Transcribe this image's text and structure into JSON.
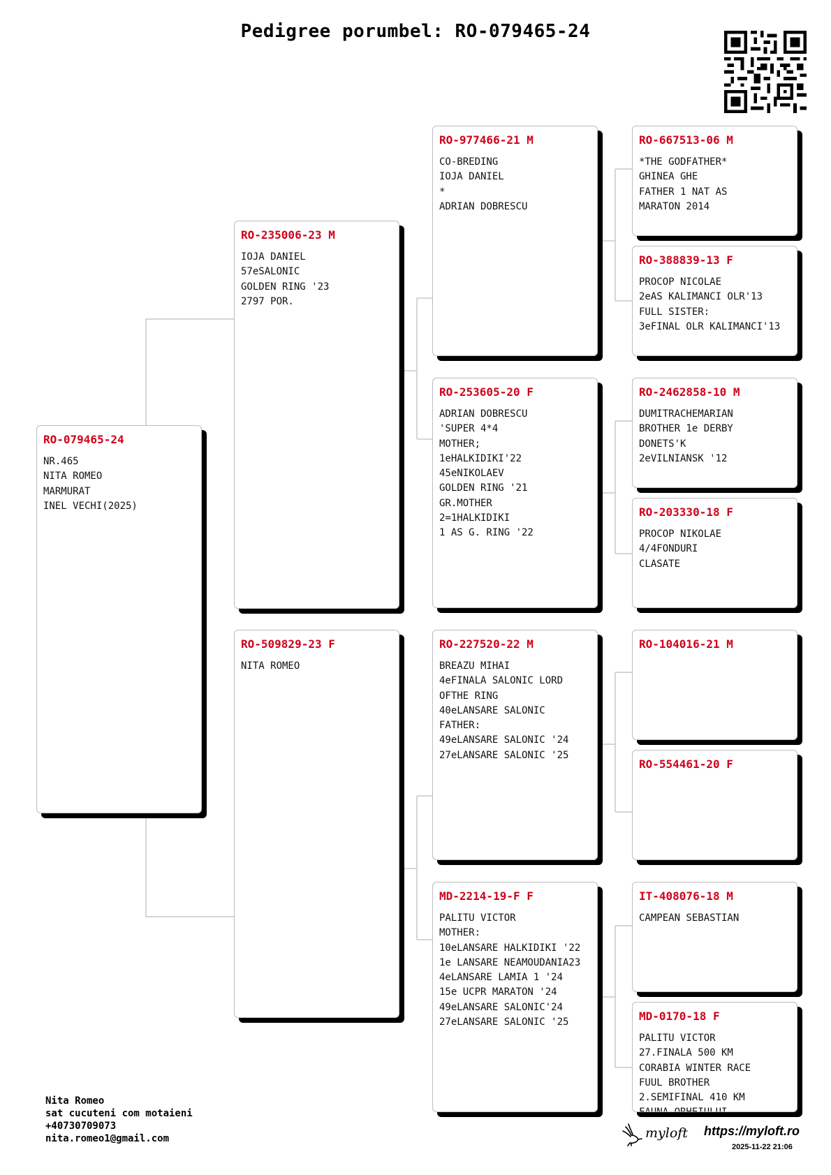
{
  "title": "Pedigree porumbel: RO-079465-24",
  "pigeon": {
    "ring": "RO-079465-24",
    "lines": [
      "NR.465",
      "NITA ROMEO",
      "MARMURAT",
      "INEL VECHI(2025)"
    ]
  },
  "father": {
    "ring": "RO-235006-23 M",
    "lines": [
      "IOJA DANIEL",
      "57eSALONIC",
      "GOLDEN RING '23",
      "2797 POR."
    ]
  },
  "mother": {
    "ring": "RO-509829-23 F",
    "lines": [
      "NITA ROMEO"
    ]
  },
  "grandparents": {
    "ff": {
      "ring": "RO-977466-21 M",
      "lines": [
        "CO-BREDING",
        "IOJA DANIEL",
        "*",
        "ADRIAN DOBRESCU"
      ]
    },
    "fm": {
      "ring": "RO-253605-20 F",
      "lines": [
        "ADRIAN DOBRESCU",
        "'SUPER 4*4",
        "MOTHER;",
        "1eHALKIDIKI'22",
        "45eNIKOLAEV",
        "GOLDEN RING '21",
        "GR.MOTHER",
        "2=1HALKIDIKI",
        "1 AS G. RING '22"
      ]
    },
    "mf": {
      "ring": "RO-227520-22 M",
      "lines": [
        "BREAZU MIHAI",
        "4eFINALA SALONIC LORD",
        "OFTHE RING",
        "40eLANSARE SALONIC",
        "FATHER:",
        "49eLANSARE SALONIC '24",
        "27eLANSARE SALONIC '25"
      ]
    },
    "mm": {
      "ring": "MD-2214-19-F F",
      "lines": [
        "PALITU VICTOR",
        "MOTHER:",
        "10eLANSARE HALKIDIKI '22",
        "1e LANSARE NEAMOUDANIA23",
        "4eLANSARE LAMIA 1 '24",
        "15e UCPR MARATON '24",
        "49eLANSARE SALONIC'24",
        "27eLANSARE SALONIC '25"
      ]
    }
  },
  "great_grandparents": {
    "fff": {
      "ring": "RO-667513-06 M",
      "lines": [
        "*THE GODFATHER*",
        "GHINEA GHE",
        "FATHER 1 NAT AS",
        "MARATON 2014"
      ]
    },
    "ffm": {
      "ring": "RO-388839-13 F",
      "lines": [
        "PROCOP NICOLAE",
        "2eAS KALIMANCI OLR'13",
        "FULL SISTER:",
        "3eFINAL OLR KALIMANCI'13"
      ]
    },
    "fmf": {
      "ring": "RO-2462858-10 M",
      "lines": [
        "DUMITRACHEMARIAN",
        "BROTHER 1e DERBY",
        "DONETS'K",
        "2eVILNIANSK '12"
      ]
    },
    "fmm": {
      "ring": "RO-203330-18 F",
      "lines": [
        "PROCOP NIKOLAE",
        "4/4FONDURI",
        "CLASATE"
      ]
    },
    "mff": {
      "ring": "RO-104016-21 M",
      "lines": []
    },
    "mfm": {
      "ring": "RO-554461-20 F",
      "lines": []
    },
    "mmf": {
      "ring": "IT-408076-18 M",
      "lines": [
        "CAMPEAN SEBASTIAN"
      ]
    },
    "mmm": {
      "ring": "MD-0170-18 F",
      "lines": [
        "PALITU VICTOR",
        "27.FINALA 500 KM",
        "CORABIA WINTER RACE",
        "FUUL BROTHER",
        "2.SEMIFINAL 410 KM",
        "FAUNA ORHEIULUI"
      ]
    }
  },
  "owner": {
    "name": "Nita Romeo",
    "address": "sat cucuteni com motaieni",
    "phone": "+40730709073",
    "email": "nita.romeo1@gmail.com"
  },
  "brand": {
    "logo_text": "myloft",
    "url": "https://myloft.ro",
    "generated": "2025-11-22 21:06",
    "logo_icon": "pigeon-icon"
  },
  "colors": {
    "ring_red": "#d0021b",
    "connector": "#c8c8c8",
    "shadow": "#000000"
  }
}
